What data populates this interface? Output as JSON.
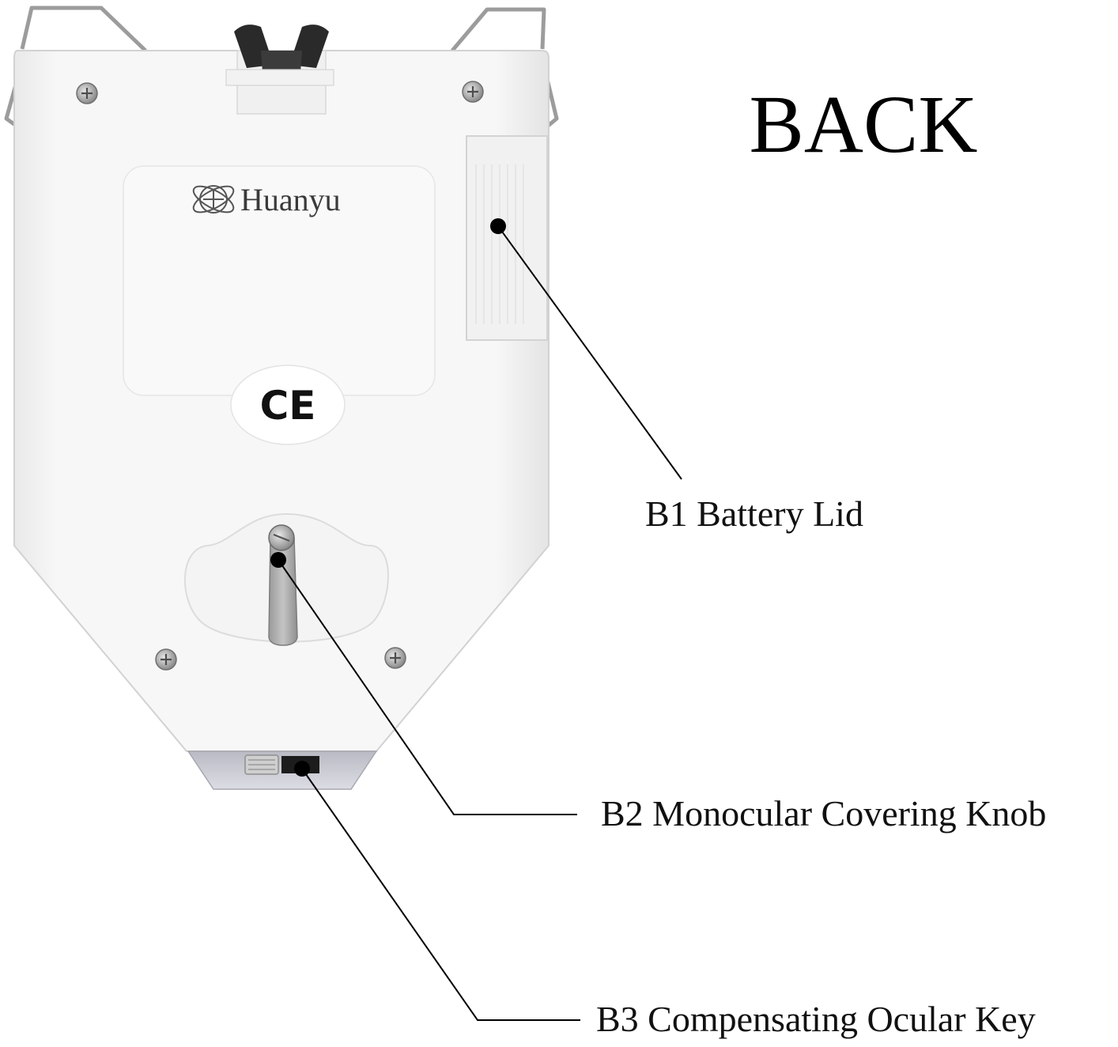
{
  "heading": "BACK",
  "brand": {
    "name": "Huanyu",
    "logo_icon": "crosshair-globe-icon"
  },
  "certification_mark": "CE",
  "callouts": [
    {
      "id": "B1",
      "label": "B1 Battery Lid"
    },
    {
      "id": "B2",
      "label": "B2 Monocular Covering Knob"
    },
    {
      "id": "B3",
      "label": "B3 Compensating Ocular Key"
    }
  ],
  "colors": {
    "body": "#f4f4f4",
    "body_edge": "#d6d6d6",
    "bottom_cap": "#c8c9d2",
    "nose_pad": "#2a2a2a",
    "knob": "#a9a9a9",
    "leader_line": "#000000"
  }
}
